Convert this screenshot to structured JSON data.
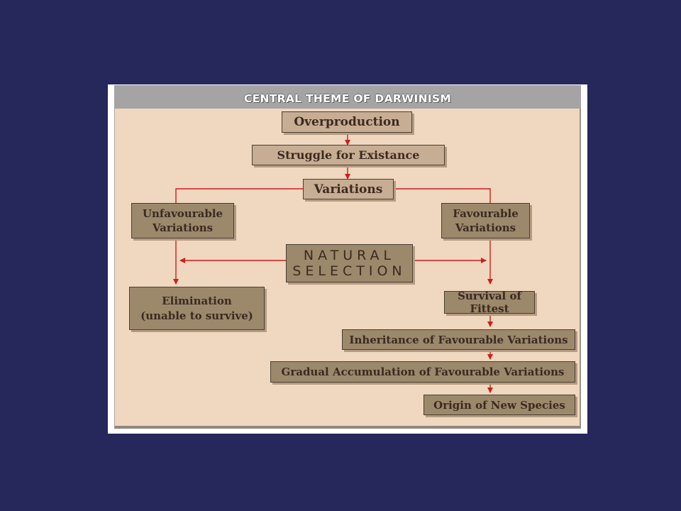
{
  "title": "CENTRAL THEME OF DARWINISM",
  "nodes": {
    "overproduction": "Overproduction",
    "struggle": "Struggle for Existance",
    "variations": "Variations",
    "unfavourable": "Unfavourable\nVariations",
    "favourable": "Favourable\nVariations",
    "natural_selection": "NATURAL\nSELECTION",
    "elimination": "Elimination\n(unable to survive)",
    "survival": "Survival of Fittest",
    "inheritance": "Inheritance of Favourable Variations",
    "accumulation": "Gradual Accumulation of Favourable Variations",
    "origin": "Origin of New Species"
  },
  "colors": {
    "background": "#26275a",
    "panel": "#f0d7bf",
    "box": "#9c886b",
    "arrow": "#cc1f1f"
  }
}
